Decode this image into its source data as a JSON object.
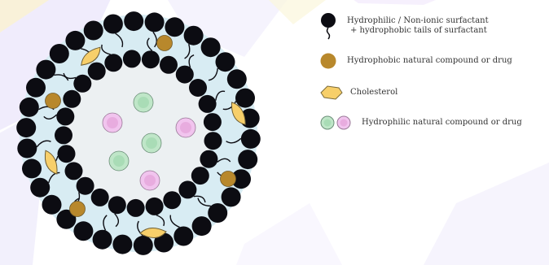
{
  "legend": {
    "surfactant": {
      "line1": "Hydrophilic / Non-ionic surfactant",
      "line2": "+ hydrophobic tails of surfactant",
      "icon": "surfactant-molecule-icon"
    },
    "hydrophobic": {
      "label": "Hydrophobic natural compound or drug",
      "icon": "hydrophobic-compound-icon"
    },
    "cholesterol": {
      "label": "Cholesterol",
      "icon": "cholesterol-icon"
    },
    "hydrophilic": {
      "label": "Hydrophilic natural compound or drug",
      "icon": "hydrophilic-compound-icon"
    }
  },
  "colors": {
    "head": "#0c0c12",
    "bilayer": "#d8ecf3",
    "core": "#ecf0f2",
    "hydrophobic": "#b8882c",
    "cholesterol": "#f7cf6a",
    "green": "#bfe6c8",
    "pink": "#f1c4ee",
    "watermark": "#ece9fb"
  }
}
